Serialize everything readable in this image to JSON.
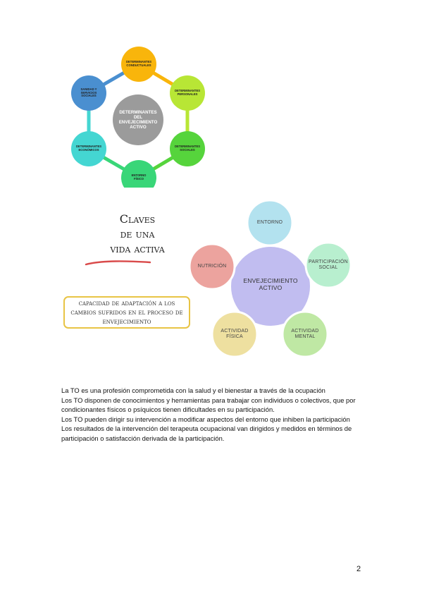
{
  "diagram1": {
    "center": "DETERMINANTES\nDEL\nENVEJECIMIENTO\nACTIVO",
    "nodes": [
      {
        "label": "DETERMINANTES\nCONDUCTUALES",
        "color": "#f9b50b"
      },
      {
        "label": "DETERMINANTES\nPERSONALES",
        "color": "#b8e635"
      },
      {
        "label": "DETERMINANTES\nSOCIALES",
        "color": "#56d43c"
      },
      {
        "label": "ENTORNO\nFÍSICO",
        "color": "#39d678"
      },
      {
        "label": "DETERMINANTES\nECONÓMICOS",
        "color": "#44d6d2"
      },
      {
        "label": "SANIDAD Y\nSERVICIOS\nSOCIALES",
        "color": "#4a8fd0"
      }
    ],
    "center_color": "#9b9b9b"
  },
  "diagram2": {
    "center": "ENVEJECIMIENTO\nACTIVO",
    "nodes": [
      {
        "label": "ENTORNO",
        "color": "#b3e2ef"
      },
      {
        "label": "PARTICIPACIÓN\nSOCIAL",
        "color": "#b8efcf"
      },
      {
        "label": "ACTIVIDAD\nMENTAL",
        "color": "#bfe8a4"
      },
      {
        "label": "ACTIVIDAD\nFÍSICA",
        "color": "#eee0a0"
      },
      {
        "label": "NUTRICIÓN",
        "color": "#eca39e"
      }
    ],
    "center_color": "#c1bdf0"
  },
  "claves": {
    "line1": "Claves",
    "line2": "de una",
    "line3": "vida activa"
  },
  "box_text": "capacidad de adaptación a los cambios sufridos en el proceso de envejecimiento",
  "paragraphs": [
    "La TO es una profesión comprometida con la salud y el bienestar a través de la ocupación",
    "Los TO disponen de conocimientos y herramientas para trabajar con individuos o colectivos, que por condicionantes físicos o psíquicos tienen dificultades en su participación.",
    "Los TO pueden dirigir su intervención a modificar aspectos del entorno que inhiben la participación",
    "Los resultados de la intervención del terapeuta ocupacional van dirigidos y medidos en términos de participación o satisfacción derivada de la participación."
  ],
  "page_number": "2"
}
